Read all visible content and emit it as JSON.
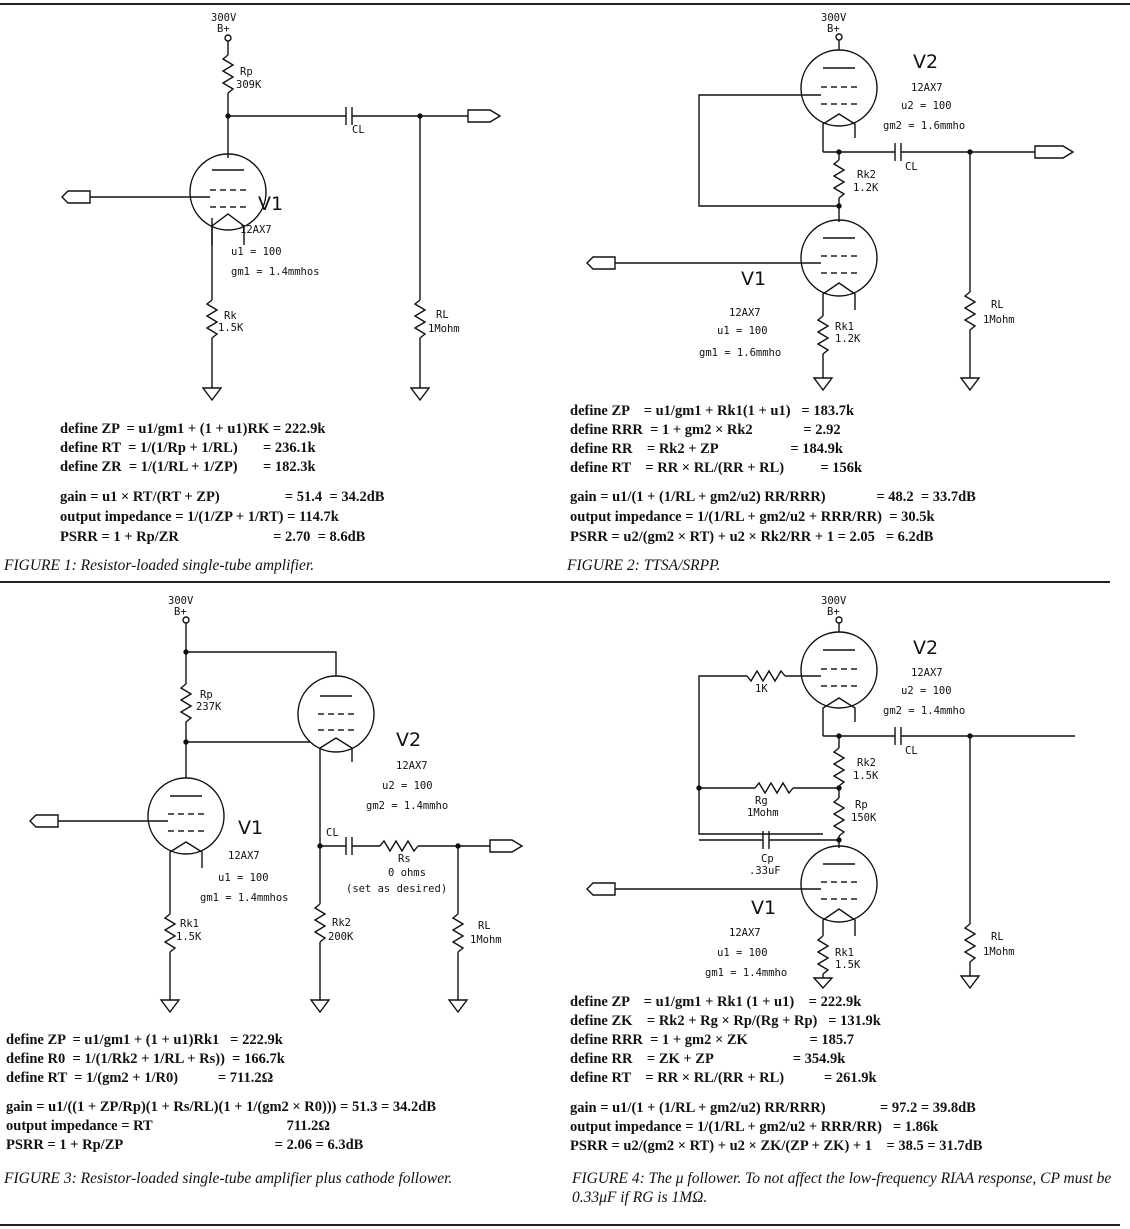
{
  "figures": [
    {
      "caption": "FIGURE 1: Resistor-loaded single-tube amplifier.",
      "labels": {
        "supply": "300V",
        "bplus": "B+",
        "rp_name": "Rp",
        "rp_val": "309K",
        "cl": "CL",
        "tube": "V1",
        "model": "12AX7",
        "mu": "u1 = 100",
        "gm": "gm1 = 1.4mmhos",
        "rk_name": "Rk",
        "rk_val": "1.5K",
        "rl_name": "RL",
        "rl_val": "1Mohm"
      },
      "equations": [
        "define ZP  = u1/gm1 + (1 + u1)RK = 222.9k",
        "define RT  = 1/(1/Rp + 1/RL)       = 236.1k",
        "define ZR  = 1/(1/RL + 1/ZP)       = 182.3k",
        "gain = u1 × RT/(RT + ZP)                  = 51.4  = 34.2dB",
        "output impedance = 1/(1/ZP + 1/RT) = 114.7k",
        "PSRR = 1 + Rp/ZR                          = 2.70  = 8.6dB"
      ]
    },
    {
      "caption": "FIGURE 2: TTSA/SRPP.",
      "labels": {
        "supply": "300V",
        "bplus": "B+",
        "tube2": "V2",
        "model2": "12AX7",
        "mu2": "u2 = 100",
        "gm2": "gm2 = 1.6mmho",
        "cl": "CL",
        "rk2_name": "Rk2",
        "rk2_val": "1.2K",
        "tube1": "V1",
        "model1": "12AX7",
        "mu1": "u1 = 100",
        "gm1": "gm1 = 1.6mmho",
        "rk1_name": "Rk1",
        "rk1_val": "1.2K",
        "rl_name": "RL",
        "rl_val": "1Mohm"
      },
      "equations": [
        "define ZP    = u1/gm1 + Rk1(1 + u1)   = 183.7k",
        "define RRR  = 1 + gm2 × Rk2              = 2.92",
        "define RR    = Rk2 + ZP                    = 184.9k",
        "define RT    = RR × RL/(RR + RL)          = 156k",
        "gain = u1/(1 + (1/RL + gm2/u2) RR/RRR)              = 48.2  = 33.7dB",
        "output impedance = 1/(1/RL + gm2/u2 + RRR/RR)  = 30.5k",
        "PSRR = u2/(gm2 × RT) + u2 × Rk2/RR + 1 = 2.05   = 6.2dB"
      ]
    },
    {
      "caption": "FIGURE 3: Resistor-loaded single-tube amplifier plus cathode follower.",
      "labels": {
        "supply": "300V",
        "bplus": "B+",
        "rp_name": "Rp",
        "rp_val": "237K",
        "tube2": "V2",
        "model2": "12AX7",
        "mu2": "u2 = 100",
        "gm2": "gm2 = 1.4mmho",
        "tube1": "V1",
        "model1": "12AX7",
        "mu1": "u1 = 100",
        "gm1": "gm1 = 1.4mmhos",
        "cl": "CL",
        "rs_name": "Rs",
        "rs_val": "0 ohms",
        "rs_note": "(set as desired)",
        "rk1_name": "Rk1",
        "rk1_val": "1.5K",
        "rk2_name": "Rk2",
        "rk2_val": "200K",
        "rl_name": "RL",
        "rl_val": "1Mohm"
      },
      "equations": [
        "define ZP  = u1/gm1 + (1 + u1)Rk1   = 222.9k",
        "define R0  = 1/(1/Rk2 + 1/RL + Rs))  = 166.7k",
        "define RT  = 1/(gm2 + 1/R0)           = 711.2Ω",
        "gain = u1/((1 + ZP/Rp)(1 + Rs/RL)(1 + 1/(gm2 × R0))) = 51.3 = 34.2dB",
        "output impedance = RT                                     711.2Ω",
        "PSRR = 1 + Rp/ZP                                          = 2.06 = 6.3dB"
      ]
    },
    {
      "caption": "FIGURE 4: The μ follower. To not affect the low-frequency RIAA response, CP must be 0.33μF if RG is 1MΩ.",
      "labels": {
        "supply": "300V",
        "bplus": "B+",
        "r1k": "1K",
        "tube2": "V2",
        "model2": "12AX7",
        "mu2": "u2 = 100",
        "gm2": "gm2 = 1.4mmho",
        "cl": "CL",
        "rk2_name": "Rk2",
        "rk2_val": "1.5K",
        "rg_name": "Rg",
        "rg_val": "1Mohm",
        "rp_name": "Rp",
        "rp_val": "150K",
        "cp_name": "Cp",
        "cp_val": ".33uF",
        "tube1": "V1",
        "model1": "12AX7",
        "mu1": "u1 = 100",
        "gm1": "gm1 = 1.4mmho",
        "rk1_name": "Rk1",
        "rk1_val": "1.5K",
        "rl_name": "RL",
        "rl_val": "1Mohm"
      },
      "equations": [
        "define ZP    = u1/gm1 + Rk1 (1 + u1)    = 222.9k",
        "define ZK    = Rk2 + Rg × Rp/(Rg + Rp)   = 131.9k",
        "define RRR  = 1 + gm2 × ZK                 = 185.7",
        "define RR    = ZK + ZP                      = 354.9k",
        "define RT    = RR × RL/(RR + RL)           = 261.9k",
        "gain = u1/(1 + (1/RL + gm2/u2) RR/RRR)               = 97.2 = 39.8dB",
        "output impedance = 1/(1/RL + gm2/u2 + RRR/RR)   = 1.86k",
        "PSRR = u2/(gm2 × RT) + u2 × ZK/(ZP + ZK) + 1    = 38.5 = 31.7dB"
      ]
    }
  ]
}
